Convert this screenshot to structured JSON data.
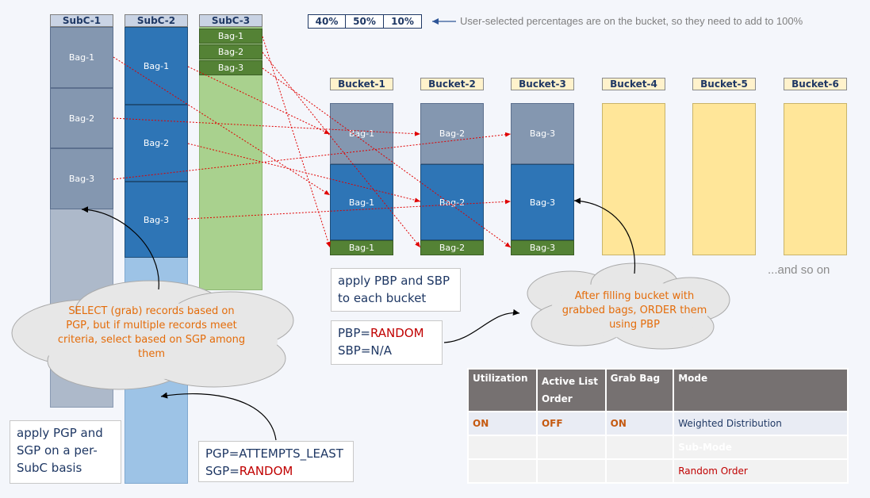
{
  "subcolumns": [
    {
      "header": "SubC-1",
      "bags": [
        "Bag-1",
        "Bag-2",
        "Bag-3"
      ]
    },
    {
      "header": "SubC-2",
      "bags": [
        "Bag-1",
        "Bag-2",
        "Bag-3"
      ]
    },
    {
      "header": "SubC-3",
      "bags": [
        "Bag-1",
        "Bag-2",
        "Bag-3"
      ]
    }
  ],
  "percentages": [
    "40%",
    "50%",
    "10%"
  ],
  "percent_note": "User-selected percentages are on the bucket, so they need to add to 100%",
  "buckets": [
    {
      "header": "Bucket-1",
      "bags": [
        "Bag-1",
        "Bag-1",
        "Bag-1"
      ]
    },
    {
      "header": "Bucket-2",
      "bags": [
        "Bag-2",
        "Bag-2",
        "Bag-2"
      ]
    },
    {
      "header": "Bucket-3",
      "bags": [
        "Bag-3",
        "Bag-3",
        "Bag-3"
      ]
    },
    {
      "header": "Bucket-4"
    },
    {
      "header": "Bucket-5"
    },
    {
      "header": "Bucket-6"
    }
  ],
  "and_so_on": "...and so on",
  "select_cloud": "SELECT (grab) records based on PGP, but if multiple records meet criteria, select based on SGP among them",
  "after_cloud": "After filling bucket with grabbed bags, ORDER them using PBP",
  "pgp_box": {
    "text": "apply PGP and SGP on a per-SubC basis"
  },
  "pgp_values": {
    "pgp_key": "PGP=",
    "pgp_val": "ATTEMPTS_LEAST",
    "sgp_key": "SGP=",
    "sgp_val": "RANDOM"
  },
  "pbp_box": {
    "text": "apply PBP and SBP to each bucket"
  },
  "pbp_values": {
    "pbp_key": "PBP=",
    "pbp_val": "RANDOM",
    "sbp": "SBP=N/A"
  },
  "mode_table": {
    "headers": [
      "Utilization",
      "Active List Order",
      "Grab Bag",
      "Mode"
    ],
    "values": [
      "ON",
      "OFF",
      "ON",
      "Weighted Distribution"
    ],
    "submode_header": "Sub-Mode",
    "submode_value": "Random Order"
  },
  "colors": {
    "subc_dark": "#8497b0",
    "subc_light": "#adb9ca",
    "subc2_dark": "#2e75b6",
    "subc2_light": "#9dc3e6",
    "green_dark": "#548235",
    "green_light": "#a9d18e",
    "bucket_empty": "#ffe699",
    "arrow": "#e00000"
  }
}
